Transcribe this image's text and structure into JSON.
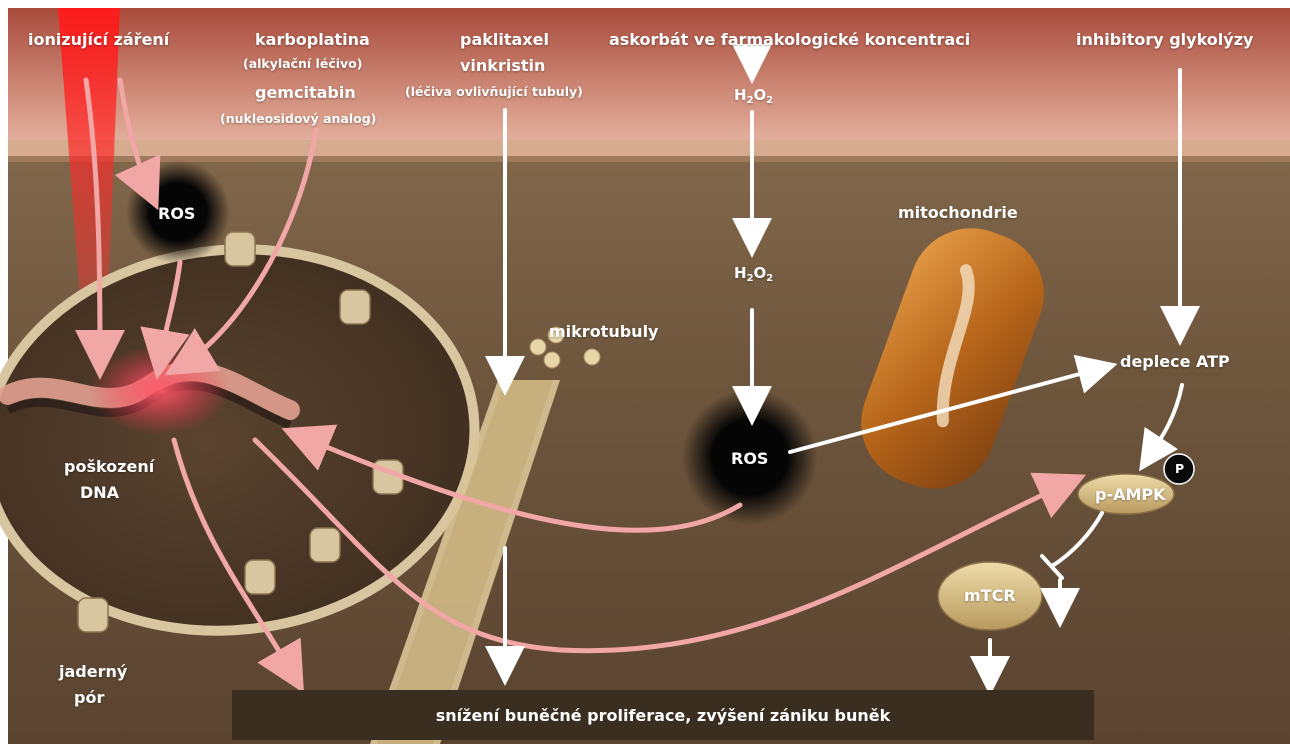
{
  "drugs": {
    "radiation": "ionizující záření",
    "carboplatin": "karboplatina",
    "carboplatin_class": "(alkylační léčivo)",
    "gemcitabine": "gemcitabin",
    "gemcitabine_class": "(nukleosidový analog)",
    "paclitaxel": "paklitaxel",
    "vincristine": "vinkristin",
    "tubule_class": "(léčiva ovlivňující tubuly)",
    "ascorbate": "askorbát ve farmakologické koncentraci",
    "glycolysis_inhibitors": "inhibitory glykolýzy"
  },
  "h2o2": {
    "top": {
      "base": "H",
      "sub1": "2",
      "mid": "O",
      "sub2": "2"
    },
    "mid": {
      "base": "H",
      "sub1": "2",
      "mid": "O",
      "sub2": "2"
    }
  },
  "structures": {
    "ros_nucleus": "ROS",
    "ros_cytoplasm": "ROS",
    "mitochondria": "mitochondrie",
    "microtubules": "mikrotubuly",
    "dna_damage_line1": "poškození",
    "dna_damage_line2": "DNA",
    "nuclear_pore_line1": "jaderný",
    "nuclear_pore_line2": "pór",
    "atp_depletion": "deplece ATP",
    "p_ampk": "p-AMPK",
    "phospho": "P",
    "mtcr": "mTCR"
  },
  "outcome": "snížení buněčné proliferace, zvýšení zániku buněk",
  "colors": {
    "membrane_top": "#c97e6c",
    "cytoplasm": "#7a6046",
    "nucleus_envelope": "#d8c6a0",
    "arrow_pink": "#f2a7a7",
    "arrow_white": "#ffffff",
    "ros": "#0a0a0a",
    "mitochondria": "#c8761e",
    "ampk_fill": "#d9c290"
  }
}
